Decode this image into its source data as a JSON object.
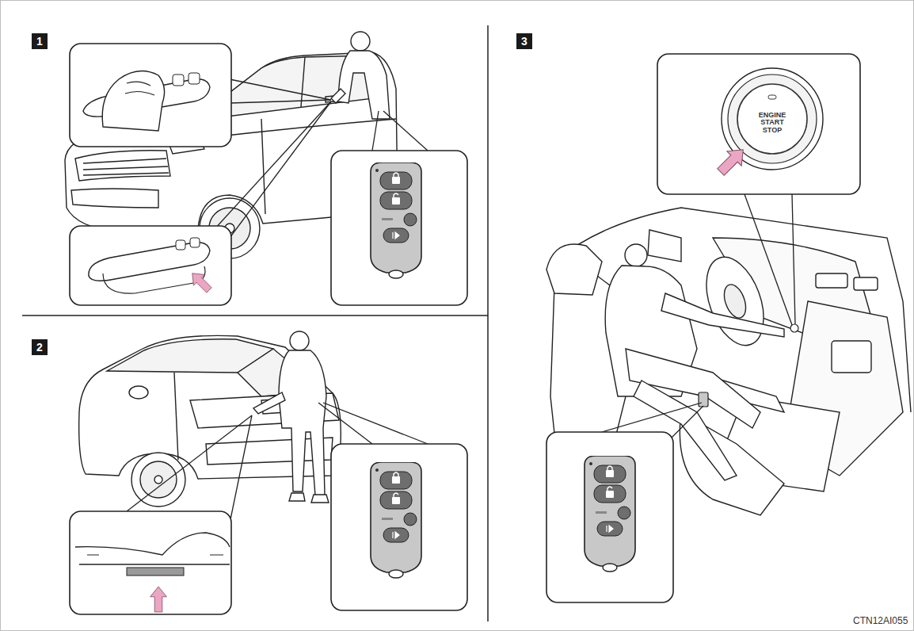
{
  "diagram": {
    "nodes": [
      {
        "text": [
          "1"
        ]
      },
      {
        "text": [
          "2"
        ]
      },
      {
        "text": [
          "3"
        ]
      },
      {
        "text": [
          "ENGINE START STOP"
        ]
      }
    ],
    "labels": [
      "CTN12AI055"
    ]
  }
}
